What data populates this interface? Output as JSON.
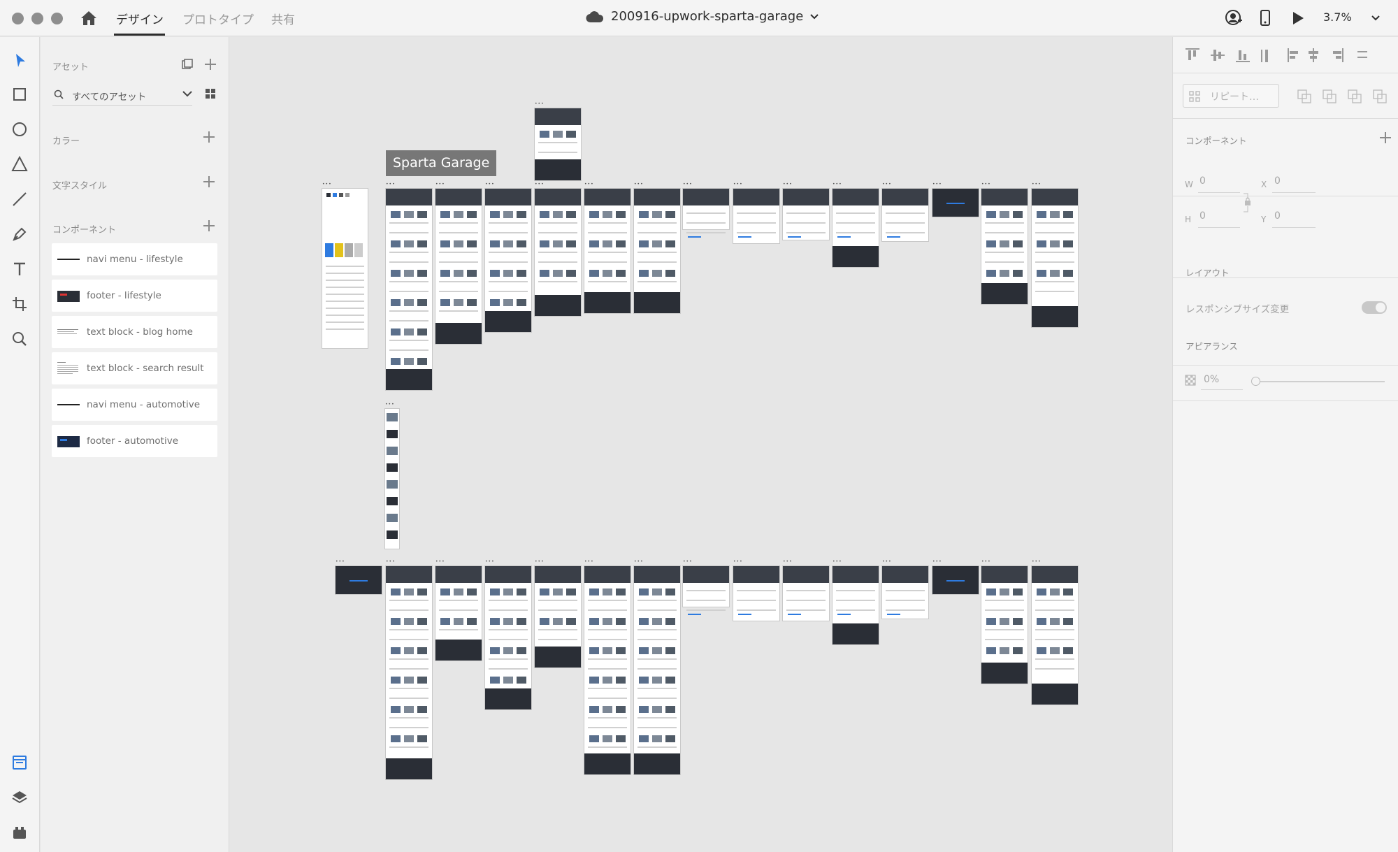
{
  "titlebar": {
    "tabs": [
      {
        "label": "デザイン",
        "active": true
      },
      {
        "label": "プロトタイプ",
        "active": false
      },
      {
        "label": "共有",
        "active": false
      }
    ],
    "document_title": "200916-upwork-sparta-garage",
    "zoom": "3.7%"
  },
  "assets": {
    "title": "アセット",
    "search_placeholder": "すべてのアセット",
    "colors_label": "カラー",
    "char_styles_label": "文字スタイル",
    "components_label": "コンポーネント",
    "components": [
      {
        "label": "navi menu - lifestyle"
      },
      {
        "label": "footer - lifestyle"
      },
      {
        "label": "text block - blog home"
      },
      {
        "label": "text block - search result"
      },
      {
        "label": "navi menu - automotive"
      },
      {
        "label": "footer - automotive"
      }
    ]
  },
  "canvas": {
    "artboard_tag": "Sparta Garage"
  },
  "properties": {
    "repeat_grid_label": "リピート…",
    "component_label": "コンポーネント",
    "w_label": "W",
    "w_value": "0",
    "h_label": "H",
    "h_value": "0",
    "x_label": "X",
    "x_value": "0",
    "y_label": "Y",
    "y_value": "0",
    "layout_label": "レイアウト",
    "responsive_label": "レスポンシブサイズ変更",
    "appearance_label": "アピアランス",
    "opacity_value": "0%"
  },
  "colors": {
    "accent": "#2e7be0",
    "panel": "#f4f4f4",
    "canvas": "#e6e6e6"
  }
}
